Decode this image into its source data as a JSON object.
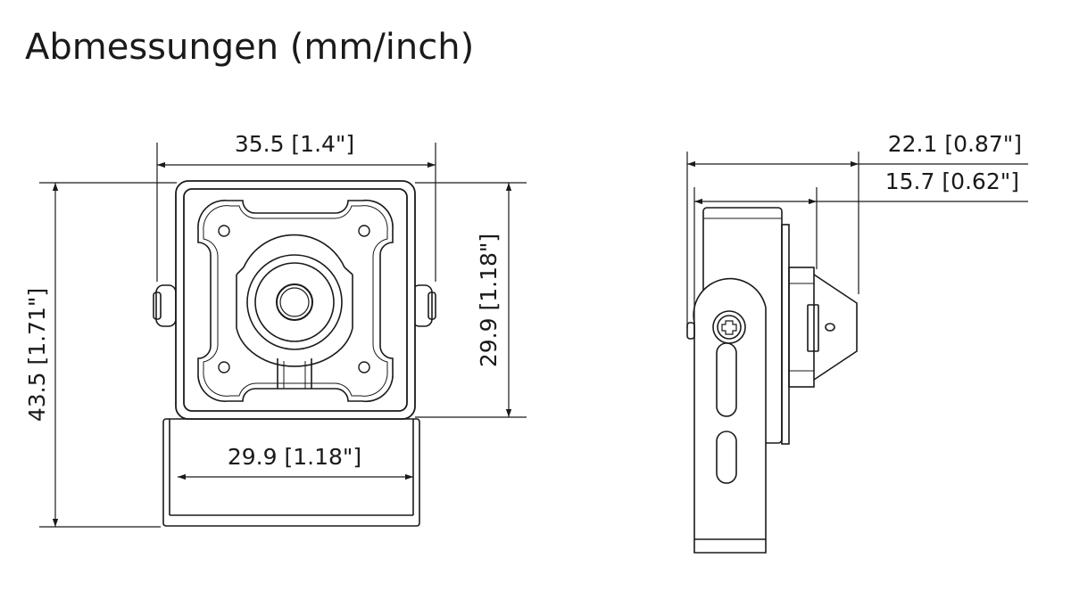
{
  "title": "Abmessungen (mm/inch)",
  "front_view": {
    "width_top": "35.5 [1.4\"]",
    "height_right": "29.9 [1.18\"]",
    "width_bottom": "29.9 [1.18\"]",
    "height_left": "43.5 [1.71\"]"
  },
  "side_view": {
    "depth_total": "22.1 [0.87\"]",
    "depth_body": "15.7 [0.62\"]"
  }
}
